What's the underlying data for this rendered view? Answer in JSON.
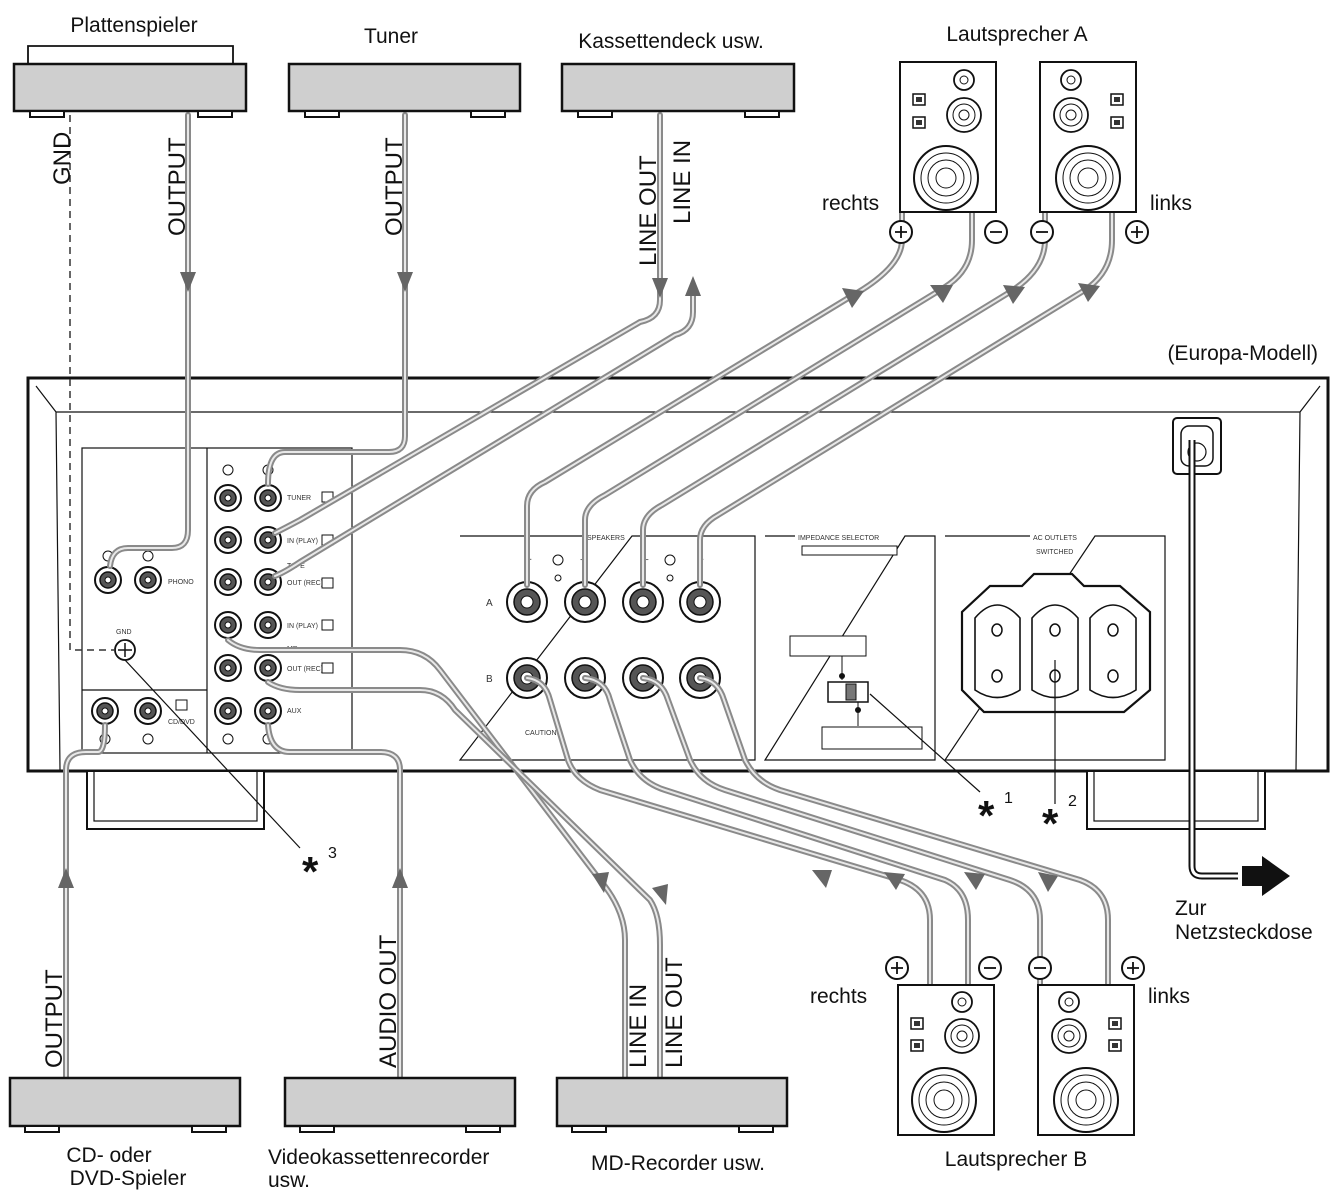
{
  "devices": {
    "turntable": {
      "label": "Plattenspieler",
      "gnd": "GND",
      "output": "OUTPUT"
    },
    "tuner": {
      "label": "Tuner",
      "output": "OUTPUT"
    },
    "cassette": {
      "label": "Kassettendeck usw.",
      "line_out": "LINE OUT",
      "line_in": "LINE IN"
    },
    "cd": {
      "label_line1": "CD- oder",
      "label_line2": "DVD-Spieler",
      "output": "OUTPUT"
    },
    "vcr": {
      "label_line1": "Videokassettenrecorder",
      "label_line2": "usw.",
      "audio_out": "AUDIO OUT"
    },
    "md": {
      "label": "MD-Recorder usw.",
      "line_in": "LINE IN",
      "line_out": "LINE OUT"
    }
  },
  "speakers": {
    "a": {
      "title": "Lautsprecher A",
      "right": "rechts",
      "left": "links"
    },
    "b": {
      "title": "Lautsprecher B",
      "right": "rechts",
      "left": "links"
    }
  },
  "amp": {
    "model": "(Europa-Modell)",
    "phono": "PHONO",
    "gnd": "GND",
    "cd_dvd": "CD/DVD",
    "tuner": "TUNER",
    "in_play": "IN (PLAY)",
    "tape": "TAPE",
    "out_rec": "OUT (REC)",
    "md": "MD",
    "aux": "AUX",
    "speakers": "SPEAKERS",
    "caution": "CAUTION",
    "impedance_selector": "IMPEDANCE SELECTOR",
    "ac_outlets": "AC OUTLETS",
    "switched": "SWITCHED",
    "ch_a": "A",
    "ch_b": "B"
  },
  "power": {
    "line1": "Zur",
    "line2": "Netzsteckdose"
  },
  "notes": {
    "n1": "*",
    "n1sup": "1",
    "n2": "*",
    "n2sup": "2",
    "n3": "*",
    "n3sup": "3"
  }
}
